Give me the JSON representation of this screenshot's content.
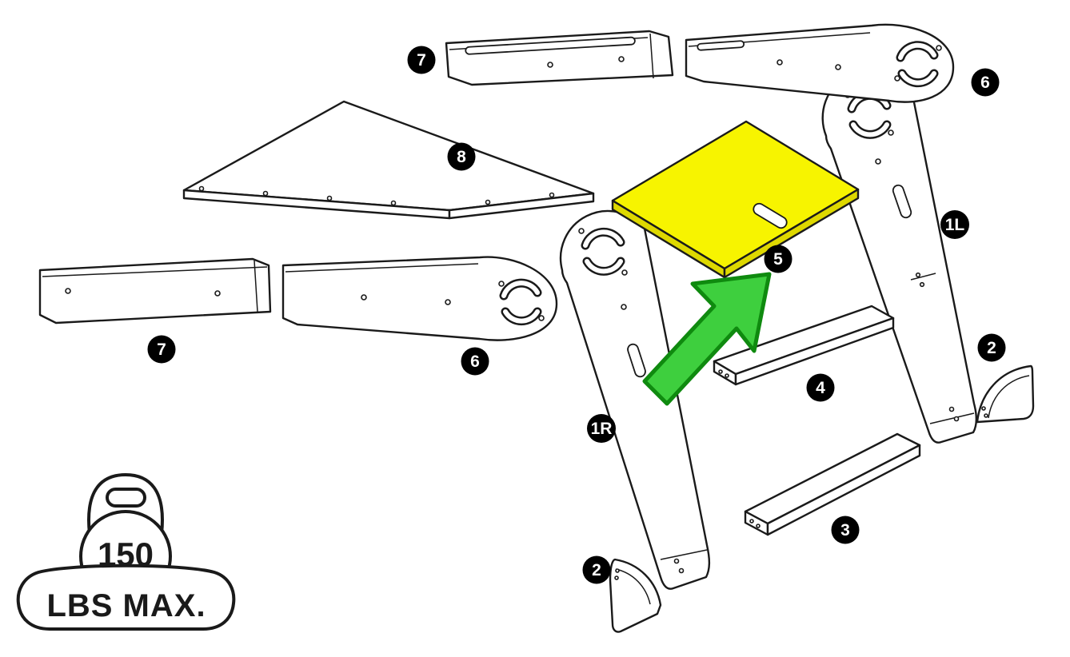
{
  "diagram": {
    "type": "exploded-assembly-diagram",
    "colors": {
      "line": "#1a1a1a",
      "background": "#ffffff",
      "highlight_fill": "#f7f400",
      "highlight_side": "#ded800",
      "arrow_fill": "#3ecf3e",
      "arrow_stroke": "#0f8a0f",
      "badge_bg": "#000000",
      "badge_text": "#ffffff"
    },
    "badges": [
      {
        "id": "badge-7-top",
        "label": "7"
      },
      {
        "id": "badge-6-top",
        "label": "6"
      },
      {
        "id": "badge-8",
        "label": "8"
      },
      {
        "id": "badge-1L",
        "label": "1L"
      },
      {
        "id": "badge-5",
        "label": "5"
      },
      {
        "id": "badge-7-left",
        "label": "7"
      },
      {
        "id": "badge-6-left",
        "label": "6"
      },
      {
        "id": "badge-2-right",
        "label": "2"
      },
      {
        "id": "badge-4",
        "label": "4"
      },
      {
        "id": "badge-1R",
        "label": "1R"
      },
      {
        "id": "badge-3",
        "label": "3"
      },
      {
        "id": "badge-2-bottom",
        "label": "2"
      }
    ],
    "weight_limit": {
      "value": "150",
      "caption": "LBS MAX."
    }
  }
}
